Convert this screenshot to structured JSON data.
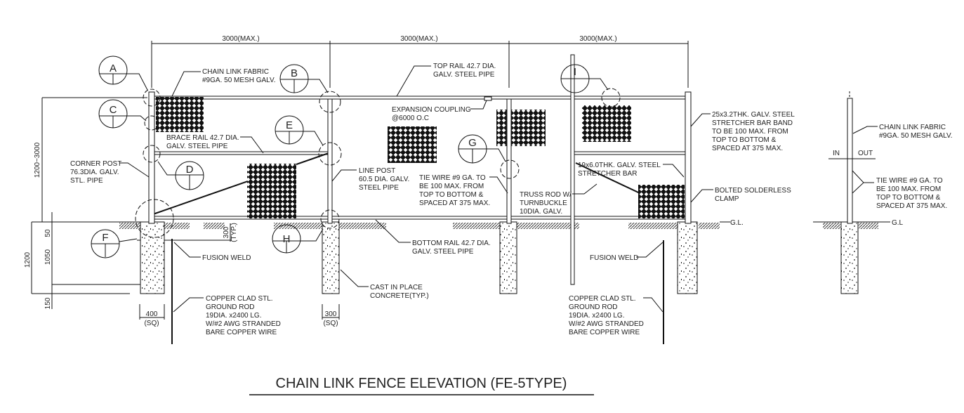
{
  "title": "CHAIN LINK FENCE ELEVATION (FE-5TYPE)",
  "dimensions": {
    "bays": [
      "3000(MAX.)",
      "3000(MAX.)",
      "3000(MAX.)"
    ],
    "height": "1200~3000",
    "below_grade_total": "1200",
    "below_grade_a": "50",
    "below_grade_b": "1050",
    "below_grade_c": "150",
    "rail_offset": "300",
    "rail_offset_note": "(TYP.)",
    "corner_footing": "400",
    "corner_footing_note": "(SQ)",
    "line_footing": "300",
    "line_footing_note": "(SQ)"
  },
  "balloons": [
    "A",
    "B",
    "C",
    "D",
    "E",
    "F",
    "G",
    "H",
    "I"
  ],
  "labels": {
    "chain_link_fabric": [
      "CHAIN LINK FABRIC",
      "#9GA. 50 MESH GALV."
    ],
    "top_rail": [
      "TOP RAIL 42.7 DIA.",
      "GALV. STEEL PIPE"
    ],
    "expansion_coupling": [
      "EXPANSION COUPLING",
      "@6000 O.C"
    ],
    "brace_rail": [
      "BRACE RAIL 42.7 DIA.",
      "GALV. STEEL PIPE"
    ],
    "corner_post": [
      "CORNER POST",
      "76.3DIA. GALV.",
      "STL. PIPE"
    ],
    "line_post": [
      "LINE POST",
      "60.5 DIA. GALV.",
      "STEEL PIPE"
    ],
    "tie_wire": [
      "TIE WIRE #9 GA. TO",
      "BE 100 MAX. FROM",
      "TOP TO BOTTOM &",
      "SPACED AT 375 MAX."
    ],
    "truss_rod": [
      "TRUSS ROD W/",
      "TURNBUCKLE",
      "10DIA. GALV."
    ],
    "stretcher_bar": [
      "19x6.0THK. GALV. STEEL",
      "STRETCHER BAR"
    ],
    "stretcher_band": [
      "25x3.2THK. GALV. STEEL",
      "STRETCHER BAR BAND",
      "TO BE 100 MAX. FROM",
      "TOP TO BOTTOM &",
      "SPACED AT 375 MAX."
    ],
    "bolted_clamp": [
      "BOLTED SOLDERLESS",
      "CLAMP"
    ],
    "ground_level": "G.L.",
    "fusion_weld_left": "FUSION WELD",
    "fusion_weld_right": "FUSION WELD",
    "bottom_rail": [
      "BOTTOM RAIL 42.7 DIA.",
      "GALV. STEEL PIPE"
    ],
    "concrete": [
      "CAST IN PLACE",
      "CONCRETE(TYP.)"
    ],
    "ground_rod_left": [
      "COPPER CLAD STL.",
      "GROUND ROD",
      "19DIA. x2400 LG.",
      "W/#2 AWG STRANDED",
      "BARE COPPER WIRE"
    ],
    "ground_rod_right": [
      "COPPER CLAD STL.",
      "GROUND ROD",
      "19DIA. x2400 LG.",
      "W/#2 AWG STRANDED",
      "BARE COPPER WIRE"
    ]
  },
  "section": {
    "in": "IN",
    "out": "OUT",
    "fabric": [
      "CHAIN LINK FABRIC",
      "#9GA. 50 MESH GALV."
    ],
    "tie_wire": [
      "TIE WIRE #9 GA. TO",
      "BE 100 MAX. FROM",
      "TOP TO BOTTOM &",
      "SPACED AT 375 MAX."
    ],
    "ground_level": "G.L"
  }
}
